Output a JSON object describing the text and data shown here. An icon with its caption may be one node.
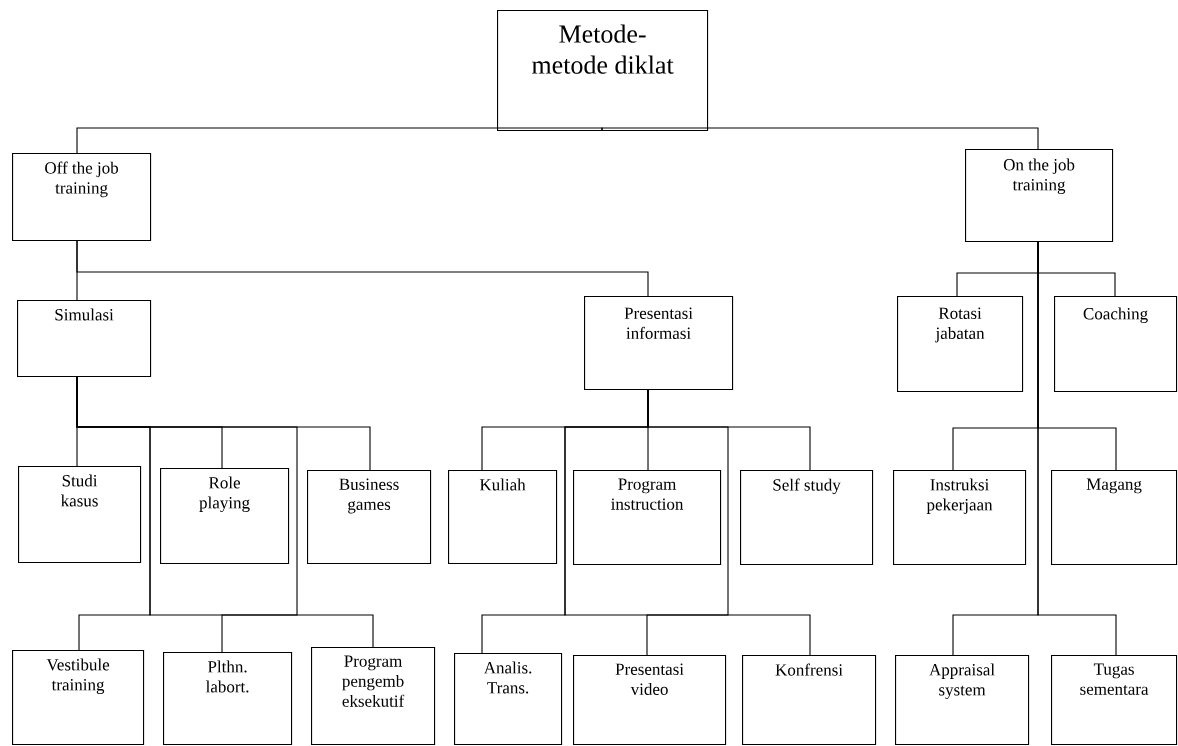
{
  "diagram": {
    "nodes": [
      {
        "text": [
          "Metode-metode diklat"
        ]
      },
      {
        "text": [
          "Off the job training"
        ]
      },
      {
        "text": [
          "On the job training"
        ]
      },
      {
        "text": [
          "Simulasi"
        ]
      },
      {
        "text": [
          "Presentasi informasi"
        ]
      },
      {
        "text": [
          "Rotasi jabatan"
        ]
      },
      {
        "text": [
          "Coaching"
        ]
      },
      {
        "text": [
          "Studi kasus"
        ]
      },
      {
        "text": [
          "Role playing"
        ]
      },
      {
        "text": [
          "Business games"
        ]
      },
      {
        "text": [
          "Kuliah"
        ]
      },
      {
        "text": [
          "Program instruction"
        ]
      },
      {
        "text": [
          "Self study"
        ]
      },
      {
        "text": [
          "Instruksi pekerjaan"
        ]
      },
      {
        "text": [
          "Magang"
        ]
      },
      {
        "text": [
          "Vestibule training"
        ]
      },
      {
        "text": [
          "Plthn. labort."
        ]
      },
      {
        "text": [
          "Program pengemb eksekutif"
        ]
      },
      {
        "text": [
          "Analis. Trans."
        ]
      },
      {
        "text": [
          "Presentasi video"
        ]
      },
      {
        "text": [
          "Konfrensi"
        ]
      },
      {
        "text": [
          "Appraisal system"
        ]
      },
      {
        "text": [
          "Tugas sementara"
        ]
      }
    ],
    "edges": [
      {
        "from": 0,
        "to": 1,
        "arrow": "none"
      },
      {
        "from": 0,
        "to": 2,
        "arrow": "none"
      },
      {
        "from": 1,
        "to": 3,
        "arrow": "none"
      },
      {
        "from": 1,
        "to": 4,
        "arrow": "none"
      },
      {
        "from": 2,
        "to": 5,
        "arrow": "none"
      },
      {
        "from": 2,
        "to": 6,
        "arrow": "none"
      },
      {
        "from": 3,
        "to": 7,
        "arrow": "none"
      },
      {
        "from": 3,
        "to": 8,
        "arrow": "none"
      },
      {
        "from": 3,
        "to": 9,
        "arrow": "none"
      },
      {
        "from": 4,
        "to": 10,
        "arrow": "none"
      },
      {
        "from": 4,
        "to": 11,
        "arrow": "none"
      },
      {
        "from": 4,
        "to": 12,
        "arrow": "none"
      },
      {
        "from": 2,
        "to": 13,
        "arrow": "none"
      },
      {
        "from": 2,
        "to": 14,
        "arrow": "none"
      },
      {
        "from": 3,
        "to": 15,
        "arrow": "none"
      },
      {
        "from": 3,
        "to": 16,
        "arrow": "none"
      },
      {
        "from": 3,
        "to": 17,
        "arrow": "none"
      },
      {
        "from": 4,
        "to": 18,
        "arrow": "none"
      },
      {
        "from": 4,
        "to": 19,
        "arrow": "none"
      },
      {
        "from": 4,
        "to": 20,
        "arrow": "none"
      },
      {
        "from": 2,
        "to": 21,
        "arrow": "none"
      },
      {
        "from": 2,
        "to": 22,
        "arrow": "none"
      }
    ]
  }
}
